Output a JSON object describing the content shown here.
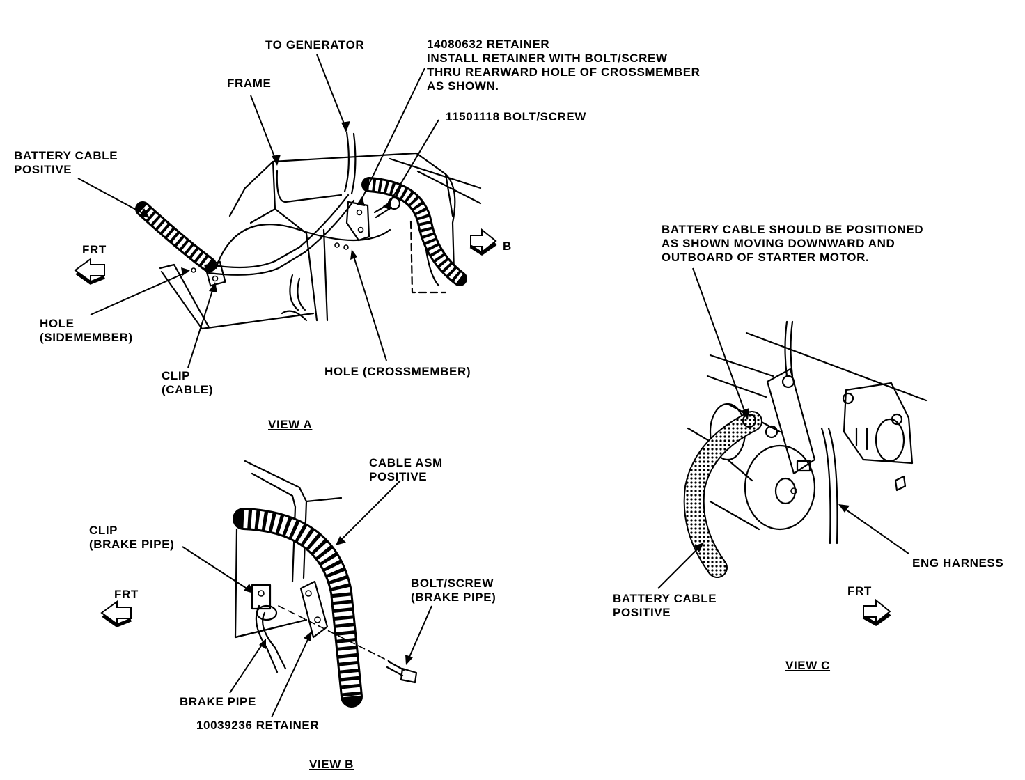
{
  "views": {
    "a": {
      "caption": "VIEW A",
      "labels": {
        "to_generator": "TO GENERATOR",
        "retainer_part": "14080632 RETAINER",
        "retainer_note_1": "INSTALL RETAINER WITH BOLT/SCREW",
        "retainer_note_2": "THRU REARWARD HOLE OF CROSSMEMBER",
        "retainer_note_3": "AS SHOWN.",
        "bolt_part": "11501118 BOLT/SCREW",
        "frame": "FRAME",
        "battery_cable_1": "BATTERY CABLE",
        "battery_cable_2": "POSITIVE",
        "frt": "FRT",
        "b_arrow": "B",
        "hole_side_1": "HOLE",
        "hole_side_2": "(SIDEMEMBER)",
        "clip_1": "CLIP",
        "clip_2": "(CABLE)",
        "hole_cross": "HOLE (CROSSMEMBER)"
      }
    },
    "b": {
      "caption": "VIEW B",
      "labels": {
        "cable_asm_1": "CABLE ASM",
        "cable_asm_2": "POSITIVE",
        "clip_1": "CLIP",
        "clip_2": "(BRAKE PIPE)",
        "frt": "FRT",
        "bolt_1": "BOLT/SCREW",
        "bolt_2": "(BRAKE PIPE)",
        "brake_pipe": "BRAKE PIPE",
        "retainer": "10039236 RETAINER"
      }
    },
    "c": {
      "caption": "VIEW C",
      "labels": {
        "note_1": "BATTERY CABLE SHOULD BE POSITIONED",
        "note_2": "AS SHOWN MOVING DOWNWARD AND",
        "note_3": "OUTBOARD OF STARTER MOTOR.",
        "eng_harness": "ENG HARNESS",
        "battery_cable_1": "BATTERY CABLE",
        "battery_cable_2": "POSITIVE",
        "frt": "FRT"
      }
    }
  }
}
